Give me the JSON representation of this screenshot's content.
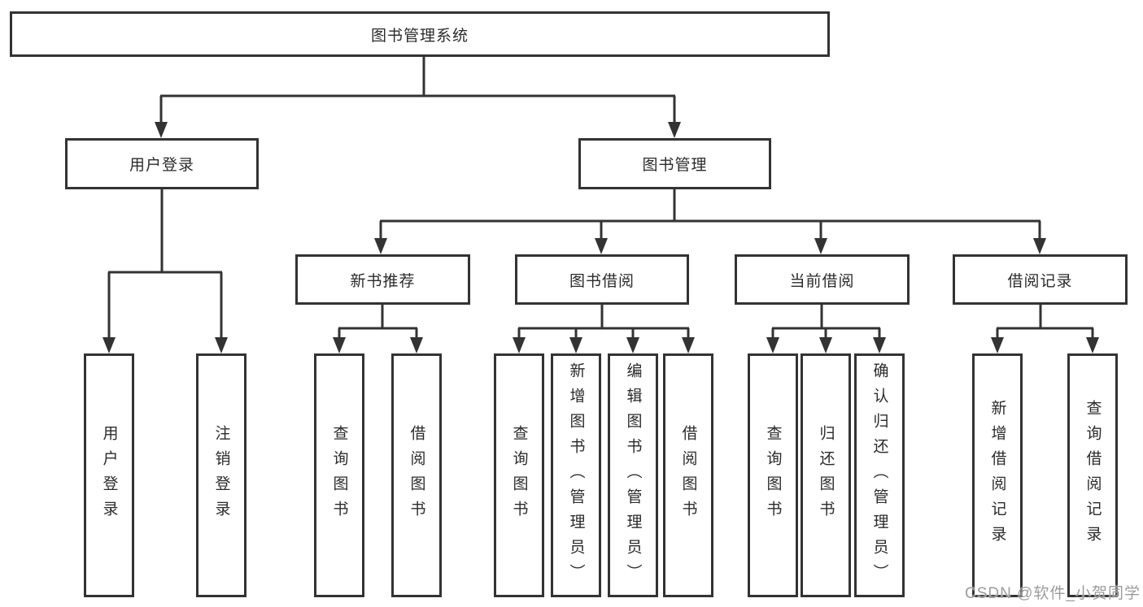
{
  "diagram": {
    "type": "hierarchy-tree",
    "colors": {
      "line": "#333333",
      "box_border": "#333333",
      "box_fill": "#ffffff",
      "text": "#2b2b2b",
      "watermark": "#9c9c9c"
    },
    "tree": {
      "root": {
        "label": "图书管理系统"
      },
      "children": [
        {
          "label": "用户登录",
          "children": [
            {
              "label": "用户登录"
            },
            {
              "label": "注销登录"
            }
          ]
        },
        {
          "label": "图书管理",
          "children": [
            {
              "label": "新书推荐",
              "children": [
                {
                  "label": "查询图书"
                },
                {
                  "label": "借阅图书"
                }
              ]
            },
            {
              "label": "图书借阅",
              "children": [
                {
                  "label": "查询图书"
                },
                {
                  "label": "新增图书（管理员）"
                },
                {
                  "label": "编辑图书（管理员）"
                },
                {
                  "label": "借阅图书"
                }
              ]
            },
            {
              "label": "当前借阅",
              "children": [
                {
                  "label": "查询图书"
                },
                {
                  "label": "归还图书"
                },
                {
                  "label": "确认归还（管理员）"
                }
              ]
            },
            {
              "label": "借阅记录",
              "children": [
                {
                  "label": "新增借阅记录"
                },
                {
                  "label": "查询借阅记录"
                }
              ]
            }
          ]
        }
      ]
    }
  },
  "watermark": {
    "text": "CSDN @软件_小贺同学"
  }
}
